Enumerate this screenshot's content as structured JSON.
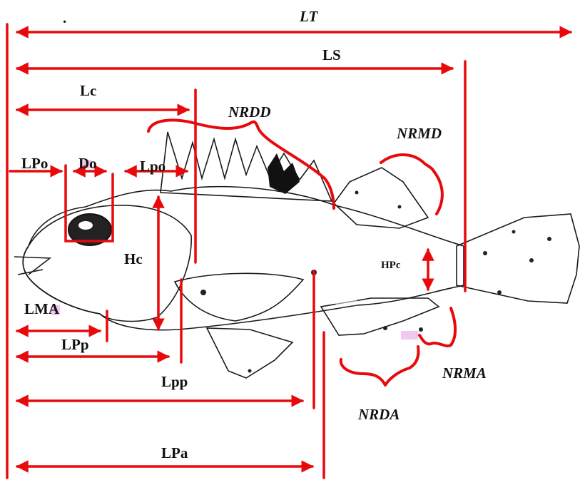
{
  "figure": {
    "dot_mark": ".",
    "colors": {
      "measure": "#e8090c",
      "ink": "#111111",
      "highlight": "#f0c8f0"
    }
  },
  "labels": {
    "lt": "LT",
    "ls": "LS",
    "lc": "Lc",
    "lpo": "LPo",
    "do": "Do",
    "lpo2": "Lpo",
    "hc": "Hc",
    "hpc": "HPc",
    "lma": "LMA",
    "lpp_small": "LPp",
    "lpp": "Lpp",
    "lpa": "LPa",
    "nrdd": "NRDD",
    "nrmd": "NRMD",
    "nrma": "NRMA",
    "nrda": "NRDA"
  }
}
